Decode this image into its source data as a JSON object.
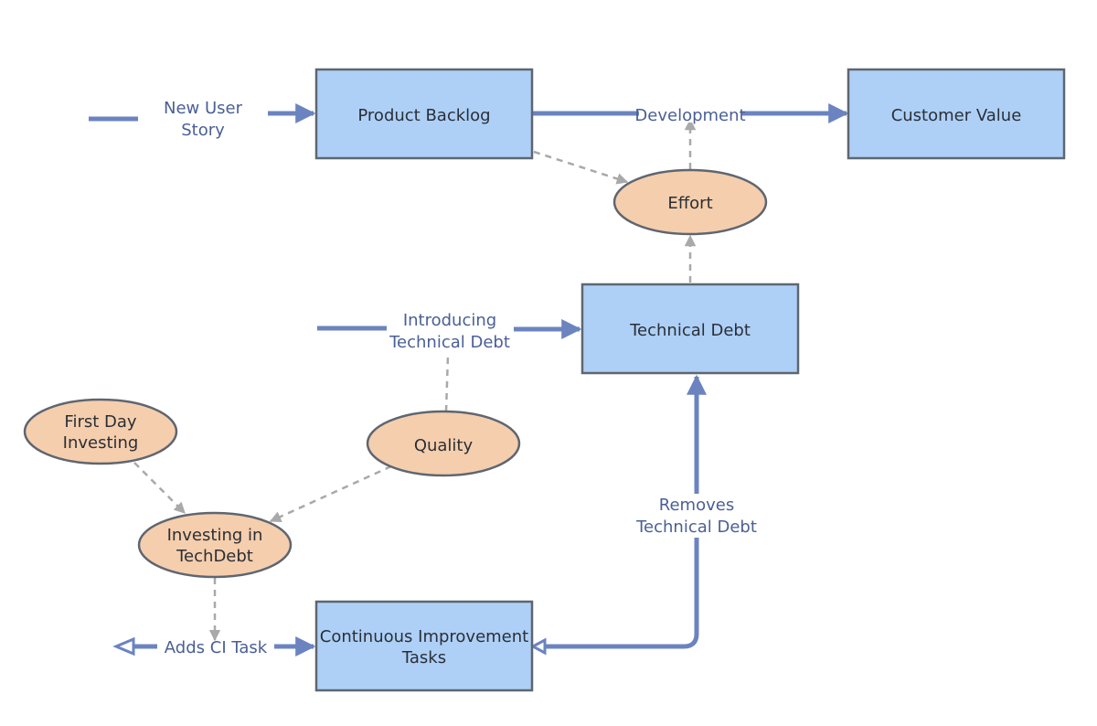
{
  "nodes": {
    "product_backlog": "Product Backlog",
    "customer_value": "Customer Value",
    "effort": "Effort",
    "technical_debt": "Technical Debt",
    "first_day_investing": [
      "First Day",
      "Investing"
    ],
    "quality": "Quality",
    "investing_in_techdebt": [
      "Investing in",
      "TechDebt"
    ],
    "continuous_improvement_tasks": [
      "Continuous Improvement",
      "Tasks"
    ]
  },
  "edges": {
    "new_user_story": [
      "New User",
      "Story"
    ],
    "development": "Development",
    "introducing_technical_debt": [
      "Introducing",
      "Technical Debt"
    ],
    "removes_technical_debt": [
      "Removes",
      "Technical Debt"
    ],
    "adds_ci_task": "Adds CI Task"
  },
  "colors": {
    "box_fill": "#aed0f7",
    "oval_fill": "#f5cead",
    "flow_arrow": "#6b84c0",
    "dashed_link": "#a9a9a9",
    "edge_label": "#4a5f95"
  }
}
